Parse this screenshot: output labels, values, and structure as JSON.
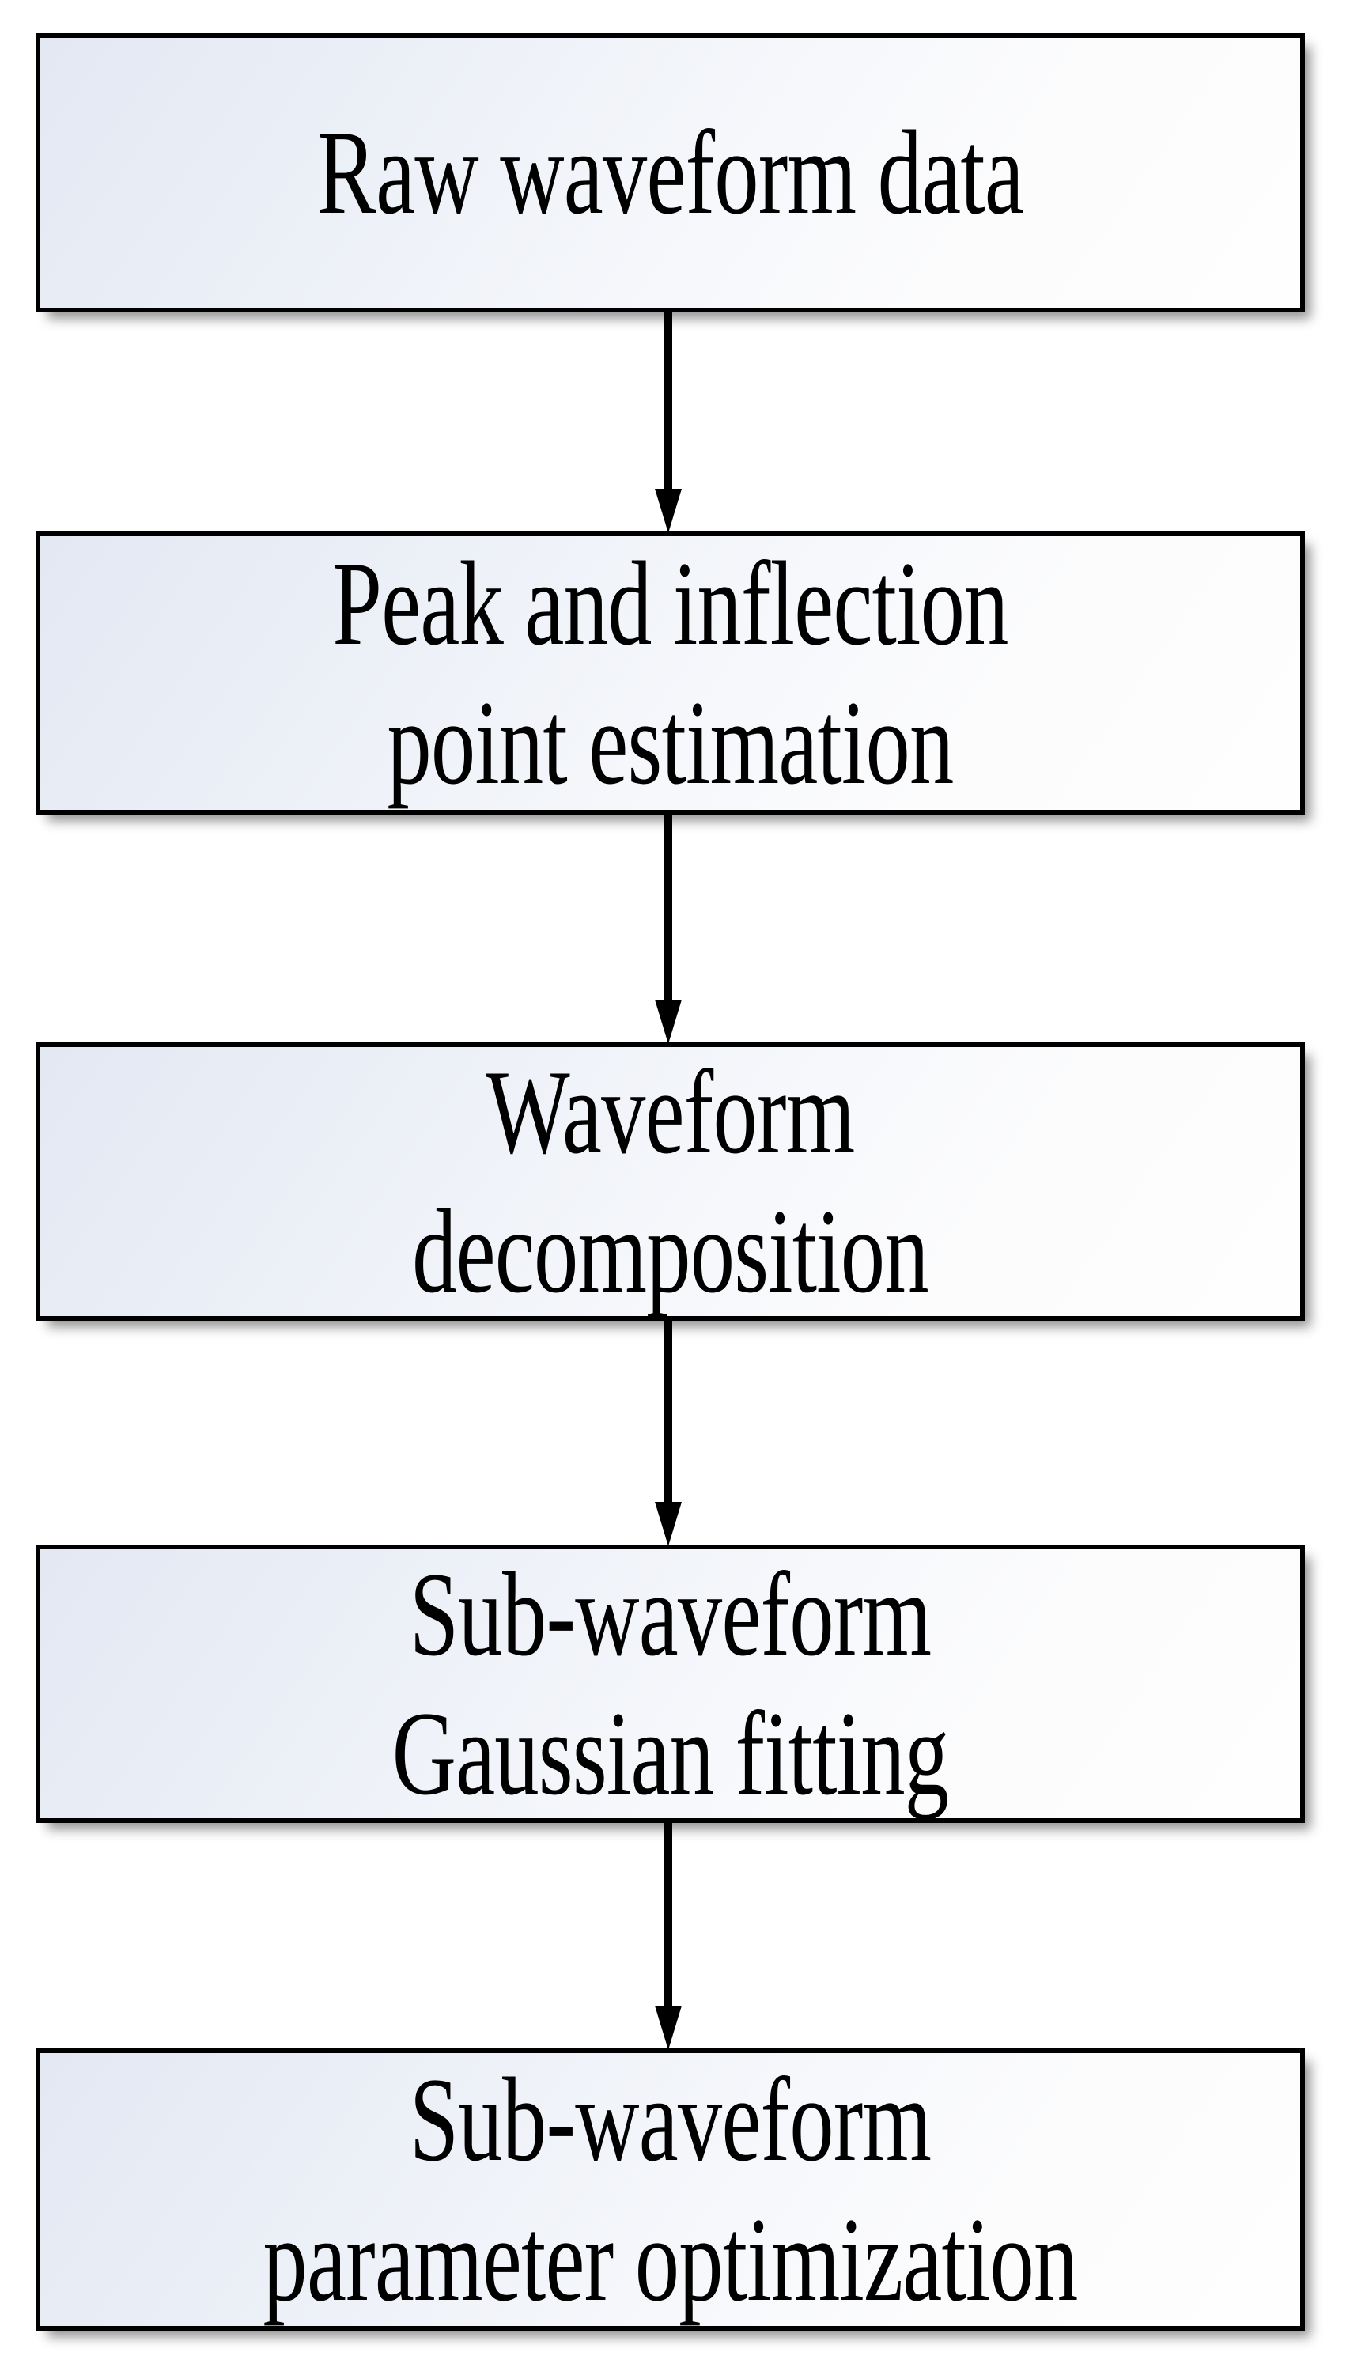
{
  "diagram": {
    "type": "flowchart",
    "orientation": "vertical-top-to-bottom",
    "title": "",
    "style": {
      "node_fill_start": "#e3e8f3",
      "node_fill_end": "#fefefe",
      "node_border": "#000000",
      "connector_color": "#000000",
      "background": "#ffffff",
      "shadow": "rgba(0,0,0,0.42)"
    },
    "nodes": [
      {
        "id": "n1",
        "label": "Raw waveform data",
        "lines": [
          "Raw waveform data"
        ]
      },
      {
        "id": "n2",
        "label": "Peak and inflection point estimation",
        "lines": [
          "Peak and inflection",
          "point estimation"
        ]
      },
      {
        "id": "n3",
        "label": "Waveform decomposition",
        "lines": [
          "Waveform",
          "decomposition"
        ]
      },
      {
        "id": "n4",
        "label": "Sub-waveform Gaussian fitting",
        "lines": [
          "Sub-waveform",
          "Gaussian fitting"
        ]
      },
      {
        "id": "n5",
        "label": "Sub-waveform parameter optimization",
        "lines": [
          "Sub-waveform",
          "parameter optimization"
        ]
      }
    ],
    "edges": [
      {
        "id": "e1",
        "from": "n1",
        "to": "n2",
        "label": "",
        "arrow": "down-arrow"
      },
      {
        "id": "e2",
        "from": "n2",
        "to": "n3",
        "label": "",
        "arrow": "down-arrow"
      },
      {
        "id": "e3",
        "from": "n3",
        "to": "n4",
        "label": "",
        "arrow": "down-arrow"
      },
      {
        "id": "e4",
        "from": "n4",
        "to": "n5",
        "label": "",
        "arrow": "down-arrow"
      }
    ]
  }
}
